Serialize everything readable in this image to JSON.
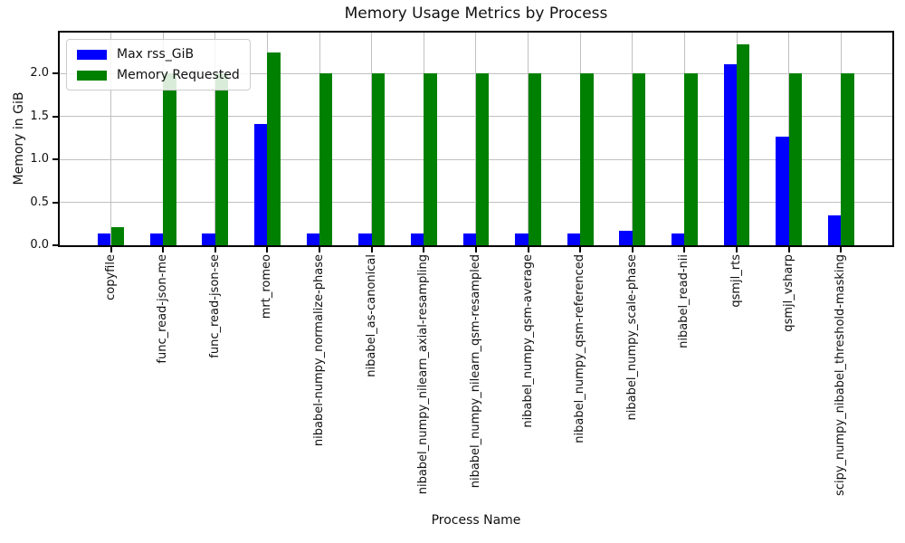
{
  "chart_data": {
    "type": "bar",
    "title": "Memory Usage Metrics by Process",
    "xlabel": "Process Name",
    "ylabel": "Memory in GiB",
    "categories": [
      "copyfile",
      "func_read-json-me",
      "func_read-json-se",
      "mrt_romeo",
      "nibabel-numpy_normalize-phase",
      "nibabel_as-canonical",
      "nibabel_numpy_nilearn_axial-resampling",
      "nibabel_numpy_nilearn_qsm-resampled",
      "nibabel_numpy_qsm-average",
      "nibabel_numpy_qsm-referenced",
      "nibabel_numpy_scale-phase",
      "nibabel_read-nii",
      "qsmjl_rts",
      "qsmjl_vsharp",
      "scipy_numpy_nibabel_threshold-masking"
    ],
    "series": [
      {
        "name": "Max rss_GiB",
        "color": "#0000ff",
        "values": [
          0.14,
          0.14,
          0.14,
          1.41,
          0.14,
          0.14,
          0.14,
          0.14,
          0.14,
          0.14,
          0.17,
          0.14,
          2.11,
          1.27,
          0.35
        ]
      },
      {
        "name": "Memory Requested",
        "color": "#008000",
        "values": [
          0.21,
          2.0,
          2.0,
          2.25,
          2.0,
          2.0,
          2.0,
          2.0,
          2.0,
          2.0,
          2.0,
          2.0,
          2.34,
          2.0,
          2.0
        ]
      }
    ],
    "ylim": [
      0,
      2.48
    ],
    "yticks": [
      0.0,
      0.5,
      1.0,
      1.5,
      2.0
    ],
    "grid": true,
    "legend_position": "upper-left",
    "colors": {
      "grid": "#c0c0c0",
      "spine": "#000000",
      "background": "#ffffff"
    }
  }
}
